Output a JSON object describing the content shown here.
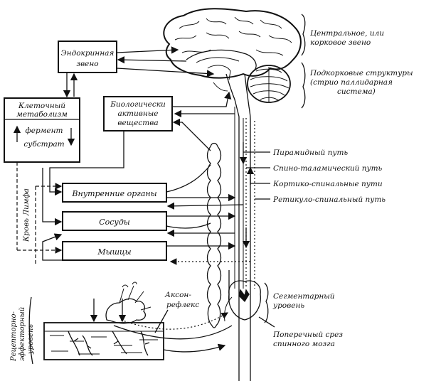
{
  "boxes": {
    "endocrine": [
      "Эндокринная",
      "звено"
    ],
    "metabolism": [
      "Клеточный",
      "метаболизм"
    ],
    "enzyme": "фермент",
    "substrate": "субстрат",
    "bioactive": [
      "Биологически",
      "активные",
      "вещества"
    ],
    "organs": "Внутренние органы",
    "vessels": "Сосуды",
    "muscles": "Мышцы"
  },
  "labels": {
    "cortical": [
      "Центральное, или",
      "корковое звено"
    ],
    "subcortical": [
      "Подкорковые структуры",
      "(стрио паллидарная",
      "система)"
    ],
    "pyramidal": "Пирамидный путь",
    "spinothalamic": "Спино-таламический путь",
    "corticospinal": "Кортико-спинальные пути",
    "reticulospinal": "Ретикуло-спинальный путь",
    "segmental": [
      "Сегментарный",
      "уровень"
    ],
    "cross_section": [
      "Поперечный срез",
      "спинного мозга"
    ],
    "axon_reflex": [
      "Аксон-",
      "рефлекс"
    ],
    "blood_lymph": "Кровь Лимфа",
    "receptor_level": [
      "Рецепторно-",
      "эффекторный",
      "уровень"
    ]
  }
}
